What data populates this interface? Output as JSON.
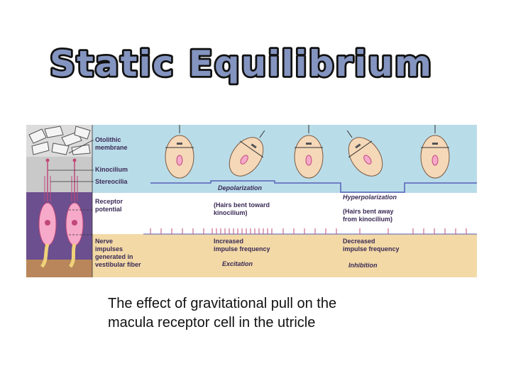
{
  "title": "Static Equilibrium",
  "figure": {
    "left_labels": {
      "otolithic": [
        "Otolithic",
        "membrane"
      ],
      "kinocilium": "Kinocilium",
      "stereocilia": "Stereocilia",
      "receptor": [
        "Receptor",
        "potential"
      ],
      "nerve": [
        "Nerve",
        "impulses",
        "generated in",
        "vestibular fiber"
      ]
    },
    "depolarization": {
      "label": "Depolarization",
      "note": [
        "(Hairs bent toward",
        "kinocilium)"
      ],
      "freq": [
        "Increased",
        "impulse frequency"
      ],
      "effect": "Excitation"
    },
    "hyperpolarization": {
      "label": "Hyperpolarization",
      "note": [
        "(Hairs bent away",
        "from kinocilium)"
      ],
      "freq": [
        "Decreased",
        "impulse frequency"
      ],
      "effect": "Inhibition"
    },
    "colors": {
      "top_band": "#b9dce9",
      "bottom_band": "#f2d9a6",
      "trace": "#5560b8",
      "spike": "#c0487a",
      "title_fill": "#8494c0"
    }
  },
  "caption": [
    "The effect of gravitational pull on the",
    "macula receptor cell in the utricle"
  ]
}
